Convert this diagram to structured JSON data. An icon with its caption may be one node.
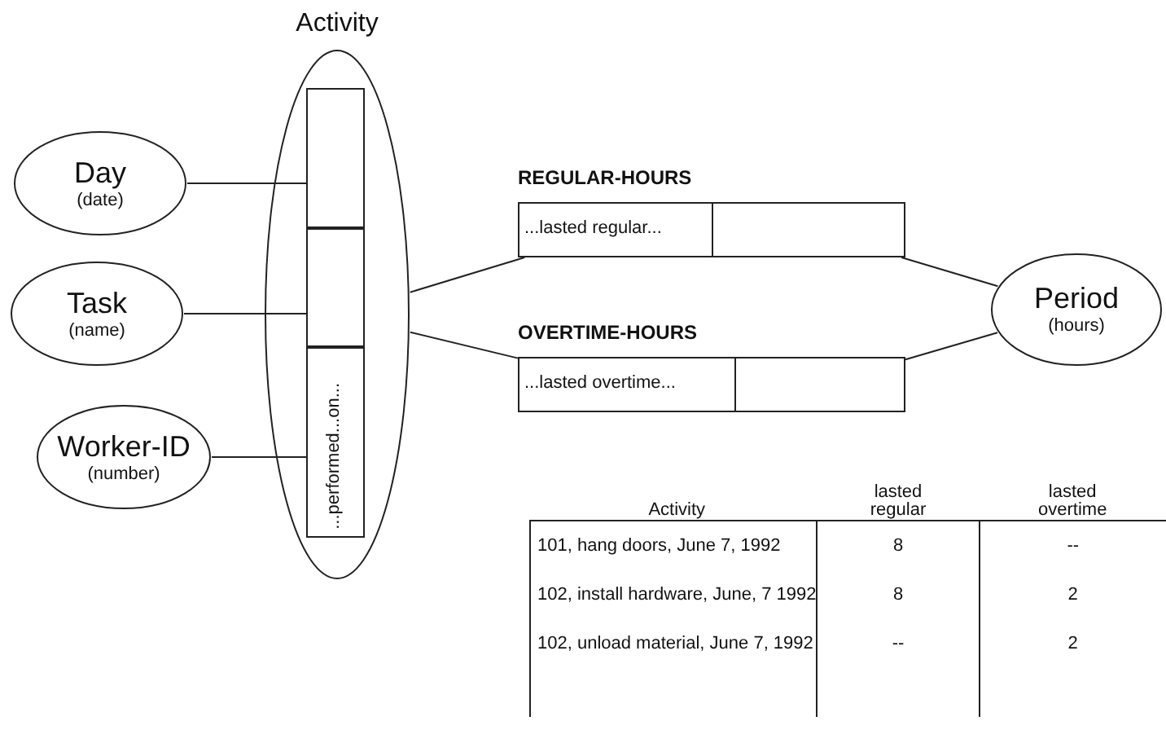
{
  "diagram": {
    "nodes": [
      {
        "text": [
          "Activity"
        ]
      },
      {
        "text": [],
        "shape": "box",
        "in": 0
      },
      {
        "text": [],
        "shape": "box",
        "in": 0
      },
      {
        "text": [
          "...performed...on..."
        ],
        "in": 0
      },
      {
        "text": [
          "Day",
          "(date)"
        ]
      },
      {
        "text": [
          "Task",
          "(name)"
        ]
      },
      {
        "text": [
          "Worker-ID",
          "(number)"
        ]
      },
      {
        "text": [
          "REGULAR-HOURS"
        ]
      },
      {
        "text": [
          "...lasted regular..."
        ],
        "in": 7
      },
      {
        "text": [],
        "shape": "box",
        "in": 7
      },
      {
        "text": [
          "OVERTIME-HOURS"
        ]
      },
      {
        "text": [
          "...lasted overtime..."
        ],
        "in": 10
      },
      {
        "text": [],
        "shape": "box",
        "in": 10
      },
      {
        "text": [
          "Period",
          "(hours)"
        ]
      }
    ],
    "edges": [
      {
        "from": 4,
        "to": 1,
        "arrow": "none"
      },
      {
        "from": 5,
        "to": 2,
        "arrow": "none"
      },
      {
        "from": 6,
        "to": 3,
        "arrow": "none"
      },
      {
        "from": 0,
        "to": 8,
        "arrow": "none"
      },
      {
        "from": 0,
        "to": 11,
        "arrow": "none"
      },
      {
        "from": 9,
        "to": 13,
        "arrow": "none"
      },
      {
        "from": 12,
        "to": 13,
        "arrow": "none"
      }
    ],
    "labels": [
      "Activity",
      "lasted regular",
      "lasted overtime",
      "101, hang doors, June 7, 1992",
      "8",
      "--",
      "102, install hardware, June, 7 1992",
      "8",
      "2",
      "102, unload material, June 7, 1992",
      "--",
      "2"
    ]
  }
}
